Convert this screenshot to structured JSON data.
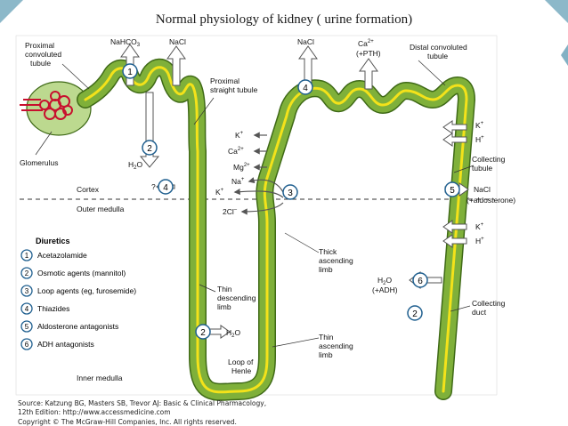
{
  "slide_title": "Normal physiology of kidney ( urine formation)",
  "colors": {
    "tubule_fill": "#7fb03a",
    "tubule_edge": "#3f6a17",
    "lumen": "#f3e21a",
    "accent_blue": "#1f5f8f",
    "arrow_fill": "#ffffff",
    "arrow_stroke": "#555555",
    "glomerulus": "#c8102e"
  },
  "labels": {
    "proximal_convoluted": [
      "Proximal",
      "convoluted",
      "tubule"
    ],
    "nahco3": "NaHCO",
    "nahco3_sub": "3",
    "nacl_top_left": "NaCl",
    "proximal_straight": [
      "Proximal",
      "straight tubule"
    ],
    "nacl_top_mid": "NaCl",
    "ca_pth": "Ca",
    "ca_pth_sup": "2+",
    "pth": "(+PTH)",
    "distal_convoluted": [
      "Distal convoluted",
      "tubule"
    ],
    "glomerulus": "Glomerulus",
    "h2o_left": "H",
    "h2o_left_sub": "2",
    "h2o_left_end": "O",
    "k_plus_loop": "K",
    "k_plus_loop_sup": "+",
    "ca_loop": "Ca",
    "ca_loop_sup": "2+",
    "mg_loop": "Mg",
    "mg_loop_sup": "2+",
    "na_loop": "Na",
    "na_loop_sup": "+",
    "k_loop_2": "K",
    "k_loop_2_sup": "+",
    "cl_loop": "2Cl",
    "cl_loop_sup": "–",
    "question": "?",
    "cortex": "Cortex",
    "outer_medulla": "Outer medulla",
    "k_plus_right_1": "K",
    "k_plus_right_1_sup": "+",
    "h_plus_right_1": "H",
    "h_plus_right_1_sup": "+",
    "collecting_tubule": [
      "Collecting",
      "tubule"
    ],
    "nacl_right": "NaCl",
    "aldosterone": "(+aldosterone)",
    "k_plus_right_2": "K",
    "k_plus_right_2_sup": "+",
    "h_plus_right_2": "H",
    "h_plus_right_2_sup": "+",
    "thick_ascending": [
      "Thick",
      "ascending",
      "limb"
    ],
    "h2o_adh": "H",
    "h2o_adh_sub": "2",
    "h2o_adh_end": "O",
    "adh": "(+ADH)",
    "thin_descending": [
      "Thin",
      "descending",
      "limb"
    ],
    "collecting_duct": [
      "Collecting",
      "duct"
    ],
    "h2o_bottom": "H",
    "h2o_bottom_sub": "2",
    "h2o_bottom_end": "O",
    "thin_ascending": [
      "Thin",
      "ascending",
      "limb"
    ],
    "loop_henle": [
      "Loop of",
      "Henle"
    ],
    "inner_medulla": "Inner medulla"
  },
  "site_numbers": {
    "pct_top": "1",
    "pct_bottom": "2",
    "question_site": "4",
    "loop_site": "3",
    "distal_site": "4",
    "collecting_aldo": "5",
    "collecting_adh": "6",
    "collecting_duct": "2",
    "thin_desc": "2"
  },
  "legend": {
    "title": "Diuretics",
    "items": [
      {
        "num": "1",
        "label": "Acetazolamide"
      },
      {
        "num": "2",
        "label": "Osmotic agents (mannitol)"
      },
      {
        "num": "3",
        "label": "Loop agents (eg, furosemide)"
      },
      {
        "num": "4",
        "label": "Thiazides"
      },
      {
        "num": "5",
        "label": "Aldosterone antagonists"
      },
      {
        "num": "6",
        "label": "ADH antagonists"
      }
    ]
  },
  "source": {
    "line1": "Source: Katzung BG, Masters SB, Trevor AJ: Basic & Clinical Pharmacology,",
    "line2": "12th Edition: http://www.accessmedicine.com",
    "line3": "Copyright © The McGraw-Hill Companies, Inc. All rights reserved."
  }
}
